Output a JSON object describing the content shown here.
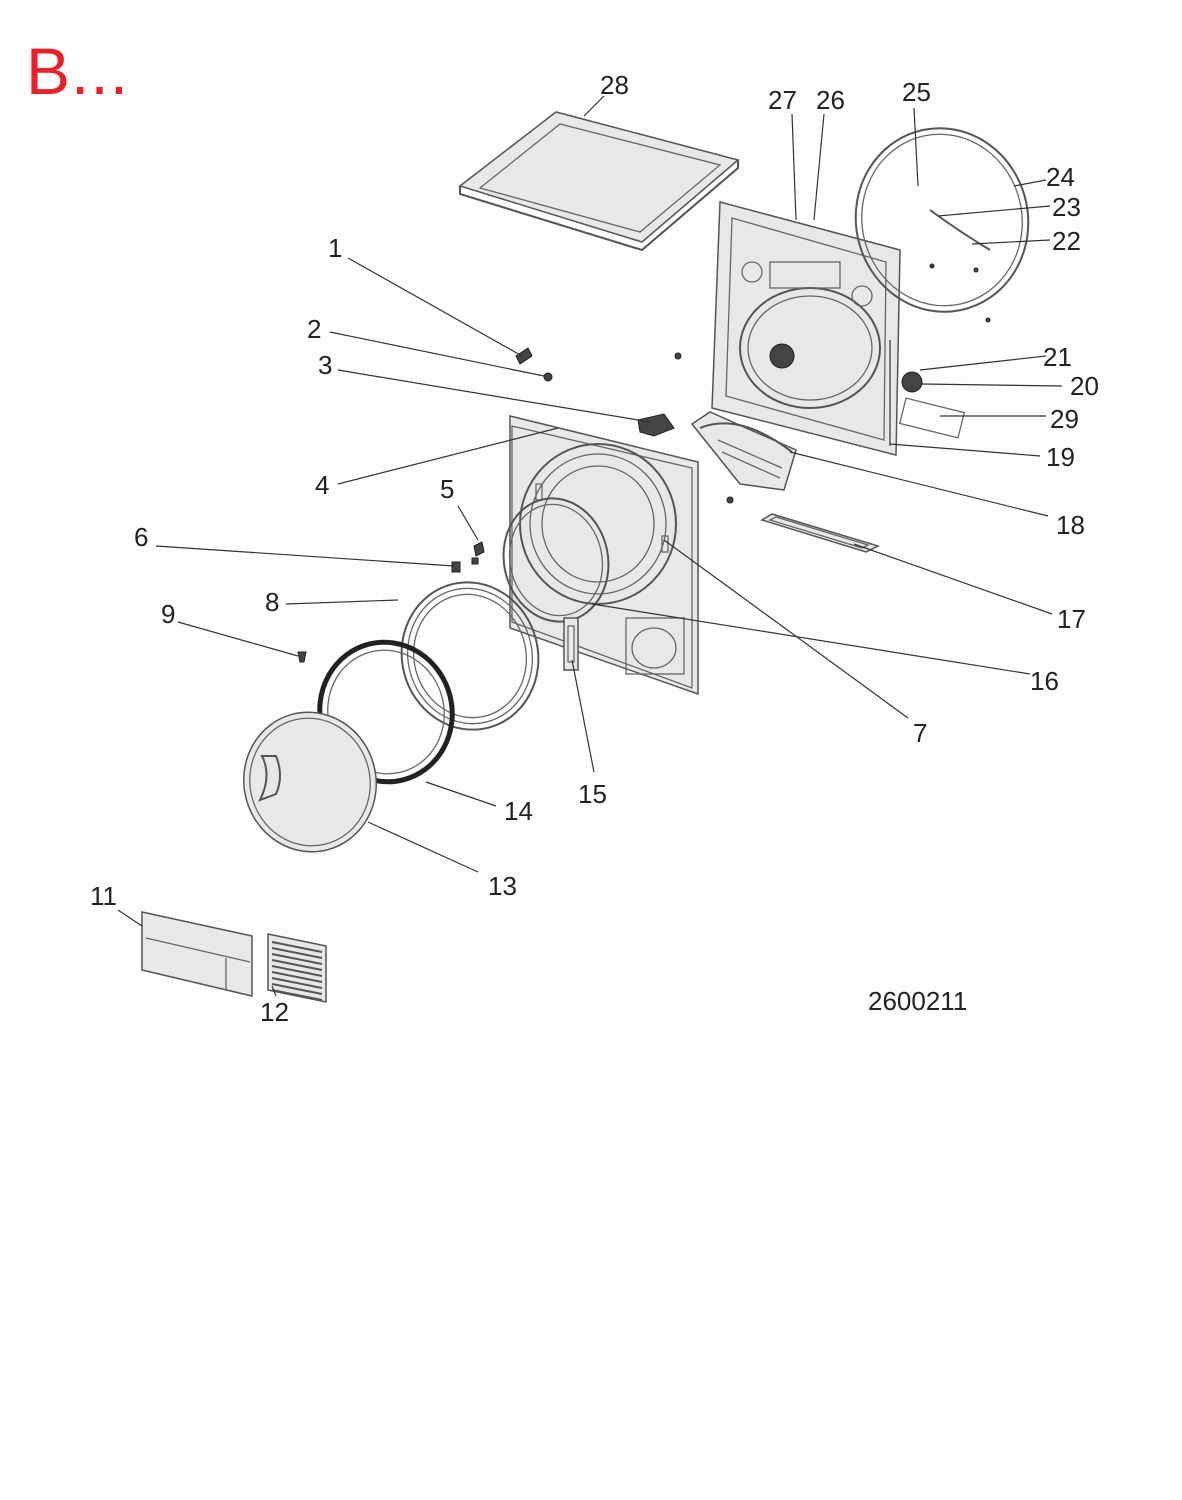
{
  "title": "B...",
  "drawing_number": "2600211",
  "callouts": [
    "1",
    "2",
    "3",
    "4",
    "5",
    "6",
    "7",
    "8",
    "9",
    "11",
    "12",
    "13",
    "14",
    "15",
    "16",
    "17",
    "18",
    "19",
    "20",
    "21",
    "22",
    "23",
    "24",
    "25",
    "26",
    "27",
    "28",
    "29"
  ],
  "colors": {
    "title": "#e8202a",
    "lines": "#333333",
    "background": "#fdfdfd"
  }
}
